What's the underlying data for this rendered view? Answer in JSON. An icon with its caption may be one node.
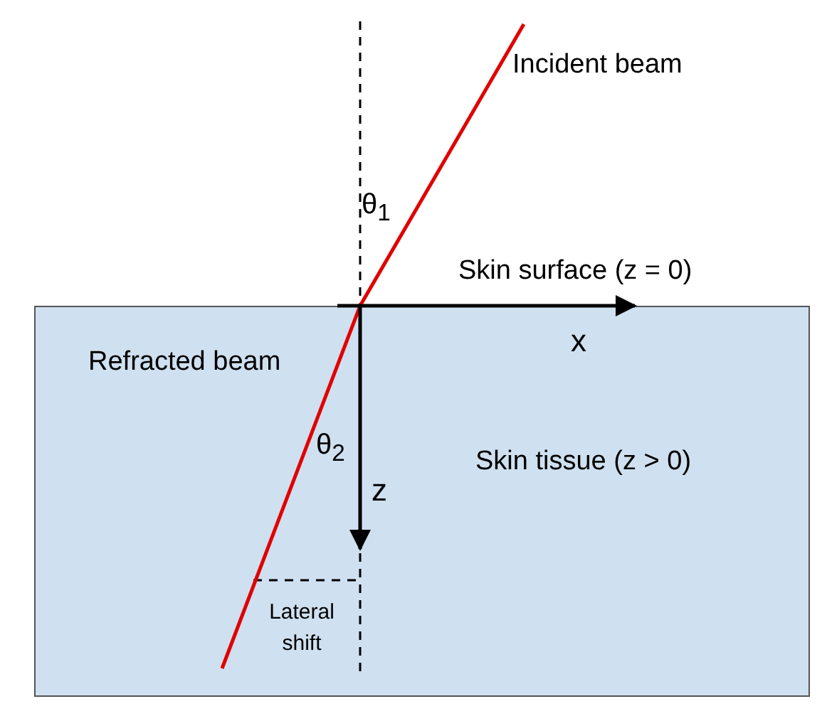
{
  "diagram": {
    "nodes": [
      {
        "text": [
          "Skin tissue (z > 0)"
        ]
      }
    ],
    "labels": [
      "Incident beam",
      "θ$_{1}$",
      "Skin surface (z = 0)",
      "x",
      "Refracted beam",
      "θ$_{2}$",
      "z",
      "Lateral shift"
    ]
  }
}
